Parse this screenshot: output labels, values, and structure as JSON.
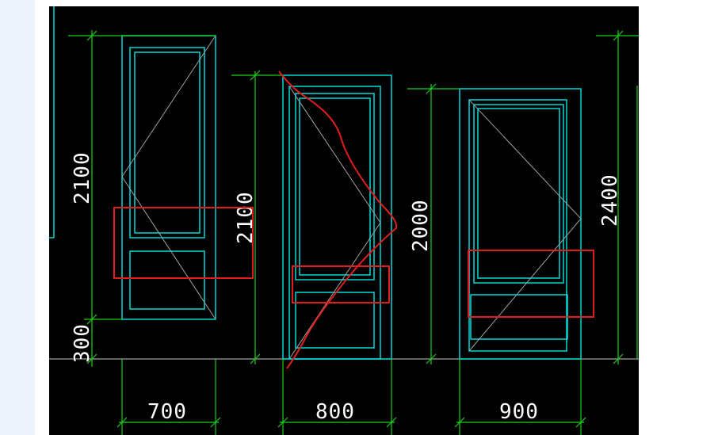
{
  "colors": {
    "background": "#000000",
    "door": "#00d7d7",
    "dimension": "#19d019",
    "dimension_text": "#ffffff",
    "swing_line": "#a0a0a0",
    "markup": "#e01e1e",
    "ground": "#a0a0a0"
  },
  "dimensions": {
    "door1_height": "2100",
    "door1_sill": "300",
    "door1_width": "700",
    "door2_height": "2100",
    "door2_width": "800",
    "door3_height": "2000",
    "door3_width": "900",
    "door3_overall": "2400"
  }
}
